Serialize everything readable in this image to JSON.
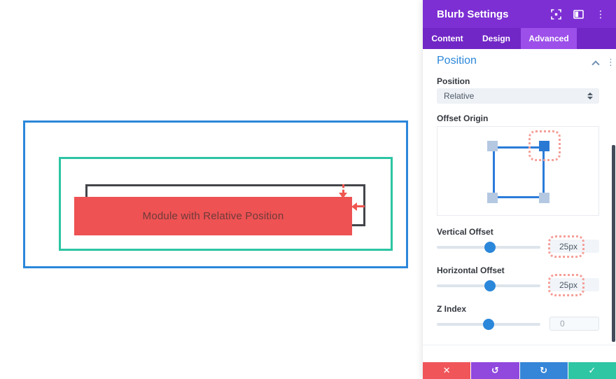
{
  "canvas": {
    "module_text": "Module with Relative Position",
    "outline_colors": {
      "section": "#2b87da",
      "row": "#2cc5a3",
      "original_position": "#43454a",
      "module_fill": "#ee5253"
    },
    "offset_arrows_color": "#f0564f"
  },
  "panel": {
    "title": "Blurb Settings",
    "header_icons": [
      "expand-icon",
      "split-view-icon",
      "menu-icon"
    ],
    "menu_glyph": "⋮",
    "tabs": [
      {
        "label": "Content",
        "active": false
      },
      {
        "label": "Design",
        "active": false
      },
      {
        "label": "Advanced",
        "active": true
      }
    ],
    "section": {
      "title": "Position",
      "position": {
        "label": "Position",
        "value": "Relative"
      },
      "offset_origin": {
        "label": "Offset Origin",
        "selected": "top-right"
      },
      "vertical_offset": {
        "label": "Vertical Offset",
        "value": "25px",
        "highlighted": true
      },
      "horizontal_offset": {
        "label": "Horizontal Offset",
        "value": "25px",
        "highlighted": true
      },
      "z_index": {
        "label": "Z Index",
        "placeholder": "0"
      }
    },
    "footer": {
      "discard_icon": "✕",
      "undo_icon": "↺",
      "redo_icon": "↻",
      "save_icon": "✓"
    },
    "colors": {
      "header_purple": "#7d2fd4",
      "tab_bar_purple": "#7126c6",
      "active_tab_purple": "#9c4fe9",
      "accent_blue": "#2b87da",
      "highlight_dotted": "#f5a09a",
      "discard_red": "#f0555a",
      "undo_purple": "#9048dd",
      "redo_blue": "#3585d8",
      "save_green": "#2fc6a4"
    }
  }
}
